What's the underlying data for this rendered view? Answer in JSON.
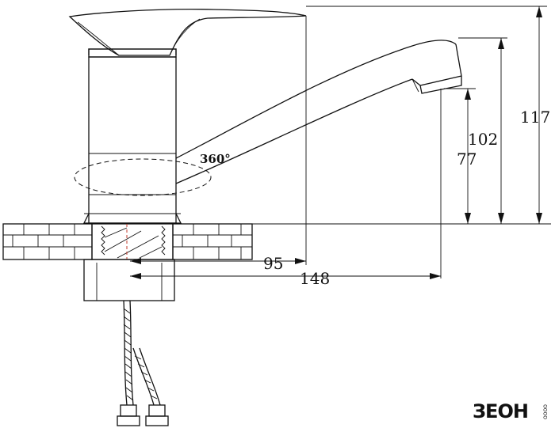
{
  "drawing": {
    "dimensions": {
      "height_total": "117",
      "height_spout": "102",
      "height_outlet": "77",
      "reach_inner": "95",
      "reach_outer": "148"
    },
    "rotation_label": "360°"
  },
  "logo": {
    "brand": "ЗЕОН",
    "tagline": "ОООО"
  }
}
